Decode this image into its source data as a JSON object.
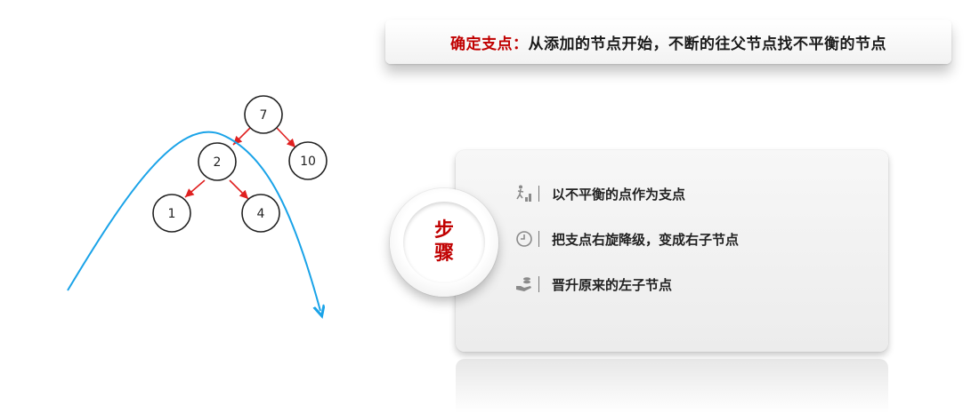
{
  "banner": {
    "highlight": "确定支点：",
    "text": "从添加的节点开始，不断的往父节点找不平衡的节点"
  },
  "tree": {
    "nodes": [
      {
        "id": "n7",
        "label": "7"
      },
      {
        "id": "n2",
        "label": "2"
      },
      {
        "id": "n10",
        "label": "10"
      },
      {
        "id": "n1",
        "label": "1"
      },
      {
        "id": "n4",
        "label": "4"
      }
    ],
    "edges": [
      {
        "from": "7",
        "to": "2"
      },
      {
        "from": "7",
        "to": "10"
      },
      {
        "from": "2",
        "to": "1"
      },
      {
        "from": "2",
        "to": "4"
      }
    ],
    "edge_color": "#e02020",
    "curve_color": "#1aa3e8"
  },
  "steps_card": {
    "badge_line1": "步",
    "badge_line2": "骤",
    "steps": [
      {
        "icon": "stairs-climb-icon",
        "label": "以不平衡的点作为支点"
      },
      {
        "icon": "clock-icon",
        "label": "把支点右旋降级，变成右子节点"
      },
      {
        "icon": "hand-coins-icon",
        "label": "晋升原来的左子节点"
      }
    ]
  },
  "colors": {
    "accent": "#c00000",
    "text": "#1a1a1a"
  }
}
